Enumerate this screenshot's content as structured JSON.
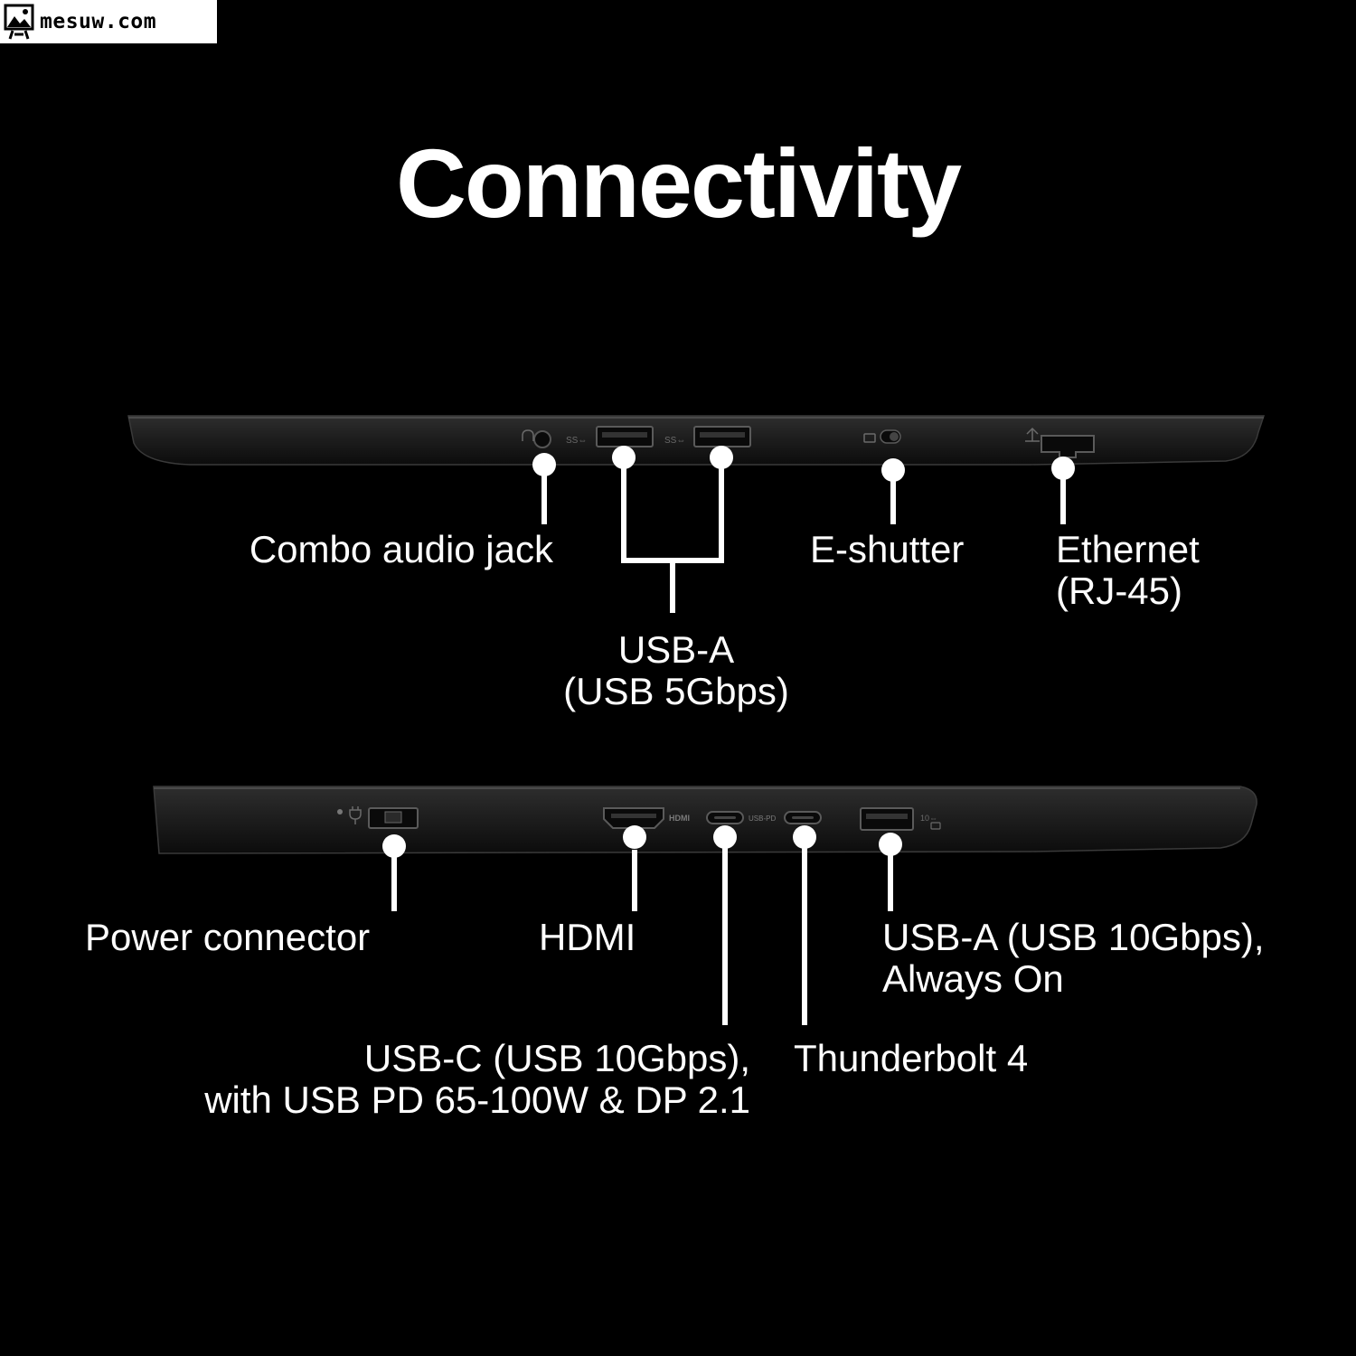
{
  "watermark": {
    "text": "mesuw.com"
  },
  "title": "Connectivity",
  "top_side_labels": {
    "audio_jack": "Combo audio jack",
    "usb_a_line1": "USB-A",
    "usb_a_line2": "(USB 5Gbps)",
    "e_shutter": "E-shutter",
    "ethernet_line1": "Ethernet",
    "ethernet_line2": "(RJ-45)"
  },
  "bottom_side_labels": {
    "power": "Power connector",
    "hdmi": "HDMI",
    "usb_a_line1": "USB-A (USB 10Gbps),",
    "usb_a_line2": "Always On",
    "usb_c_line1": "USB-C (USB 10Gbps),",
    "usb_c_line2": "with USB PD 65-100W & DP 2.1",
    "thunderbolt": "Thunderbolt 4"
  },
  "port_markings": {
    "hdmi": "HDMI",
    "usb_pd": "USB-PD"
  },
  "colors": {
    "background": "#000000",
    "laptop_body": "#1c1c1c",
    "laptop_edge": "#3a3a3a",
    "callout": "#ffffff",
    "text": "#ffffff"
  }
}
